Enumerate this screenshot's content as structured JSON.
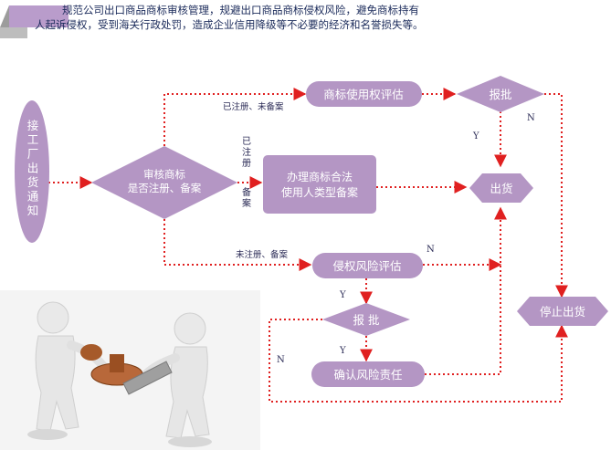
{
  "intro": {
    "text": "规范公司出口商品商标审核管理，规避出口商品商标侵权风险，避免商标持有人起诉侵权，受到海关行政处罚，造成企业信用降级等不必要的经济和名誉损失等。"
  },
  "nodes": {
    "start": "接工厂出货通知",
    "review": [
      "审核商标",
      "是否注册、备案"
    ],
    "usage_eval": "商标使用权评估",
    "approve_top": "报批",
    "handle": [
      "办理商标合法",
      "使用人类型备案"
    ],
    "ship": "出货",
    "risk_eval": "侵权风险评估",
    "approve_bottom": "报 批",
    "confirm": "确认风险责任",
    "stop": "停止出货"
  },
  "edges": {
    "registered_filed": "已注册、未备案",
    "registered": "已注册",
    "filed": "备案",
    "unregistered": "未注册、备案",
    "yes": "Y",
    "no": "N"
  },
  "colors": {
    "node_fill": "#b496c4",
    "arrow": "#e02020",
    "text": "#2a2a55",
    "banner": "#b99ccb"
  }
}
